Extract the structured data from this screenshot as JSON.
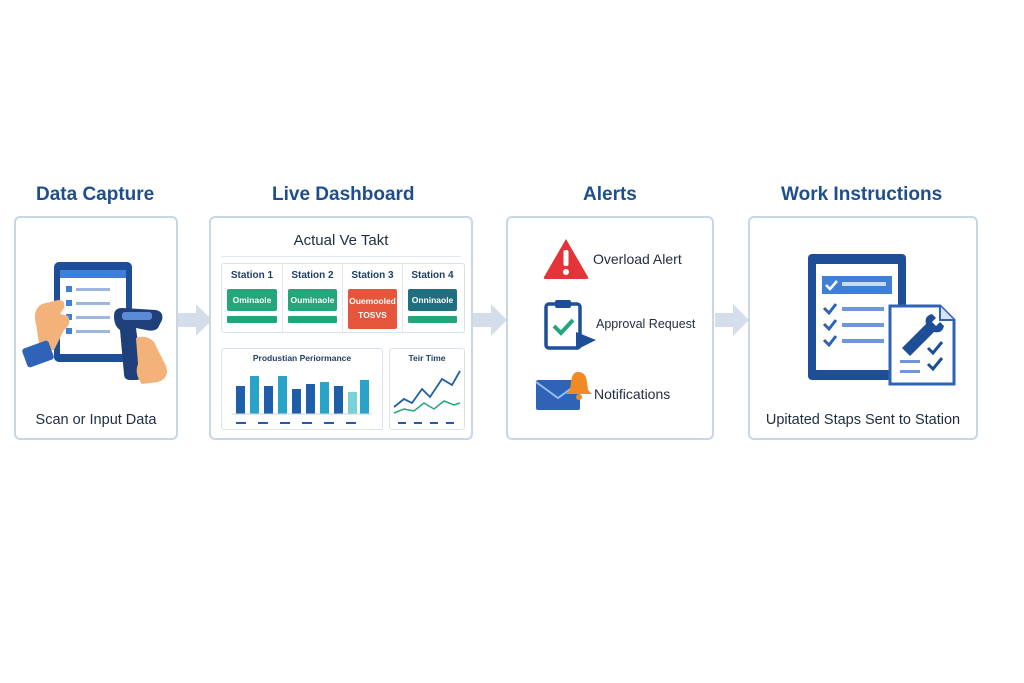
{
  "steps": [
    {
      "title": "Data Capture",
      "caption": "Scan or Input Data"
    },
    {
      "title": "Live Dashboard"
    },
    {
      "title": "Alerts"
    },
    {
      "title": "Work Instructions",
      "caption": "Upitated Staps Sent to Station"
    }
  ],
  "dashboard": {
    "title": "Actual Ve Takt",
    "stations": [
      {
        "name": "Station 1",
        "status": "Ominaole",
        "color": "#23a67a",
        "bar_color": "#23a67a"
      },
      {
        "name": "Station 2",
        "status": "Ouminaole",
        "color": "#23a67a",
        "bar_color": "#23a67a"
      },
      {
        "name": "Station 3",
        "status": "Ouemooled",
        "status2": "TOSVS",
        "color": "#e4553b",
        "bar_color": "#e4553b"
      },
      {
        "name": "Station 4",
        "status": "Onninaole",
        "color": "#1f6f7f",
        "bar_color": "#23a67a"
      }
    ],
    "production_panel": {
      "title": "Produstian Periormance"
    },
    "time_panel": {
      "title": "Teir Time"
    }
  },
  "alerts": [
    {
      "label": "Overload Alert",
      "icon": "warning-triangle-icon"
    },
    {
      "label": "Approval Request",
      "icon": "clipboard-check-icon"
    },
    {
      "label": "Notifications",
      "icon": "envelope-bell-icon"
    }
  ],
  "colors": {
    "heading": "#1f4e8c",
    "card_border": "#c9d6e6",
    "arrow": "#d3deea",
    "green": "#23a67a",
    "red": "#e4553b",
    "teal": "#1f6f7f",
    "blue": "#1f5ea8"
  }
}
